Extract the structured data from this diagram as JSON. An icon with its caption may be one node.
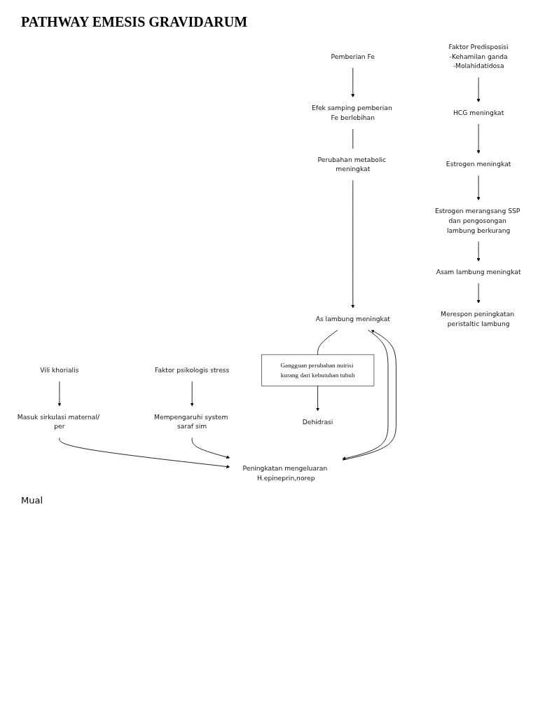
{
  "diagram": {
    "title": "PATHWAY EMESIS GRAVIDARUM",
    "nodes": [
      {
        "text": [
          "Faktor Predisposisi",
          "-Kehamilan ganda",
          "-Molahidatidosa"
        ]
      },
      {
        "text": [
          "Pemberian Fe"
        ]
      },
      {
        "text": [
          "Vili khorialis"
        ]
      },
      {
        "text": [
          "Faktor psikologis stress"
        ]
      },
      {
        "text": [
          "HCG meningkat"
        ]
      },
      {
        "text": [
          "Efek samping pemberian Fe berlebihan"
        ]
      },
      {
        "text": [
          "Masuk sirkulasi maternal/ per"
        ]
      },
      {
        "text": [
          "Mempengaruhi system saraf sim"
        ]
      },
      {
        "text": [
          "Estrogen meningkat"
        ]
      },
      {
        "text": [
          "Perubahan metabolic meningkat"
        ]
      },
      {
        "text": [
          "Peningkatan mengeluaran H.epineprin,norep"
        ]
      },
      {
        "text": [
          "Estrogen merangsang SSP dan pengosongan lambung berkurang"
        ]
      },
      {
        "text": [
          "Asam lambung meningkat"
        ]
      },
      {
        "text": [
          "As lambung meningkat"
        ]
      },
      {
        "text": [
          "Merespon peningkatan peristaltic lambung"
        ]
      },
      {
        "text": [
          "Gangguan perubahan nutrisi kurang dari kebutuhan tubuh"
        ]
      },
      {
        "text": [
          "Dehidrasi"
        ]
      }
    ],
    "edges": [
      {
        "from": 0,
        "to": 4,
        "arrow": "to"
      },
      {
        "from": 1,
        "to": 5,
        "arrow": "to"
      },
      {
        "from": 2,
        "to": 6,
        "arrow": "to"
      },
      {
        "from": 3,
        "to": 7,
        "arrow": "to"
      },
      {
        "from": 4,
        "to": 8,
        "arrow": "to"
      },
      {
        "from": 5,
        "to": 9,
        "arrow": "none"
      },
      {
        "from": 6,
        "to": 10,
        "arrow": "to"
      },
      {
        "from": 7,
        "to": 10,
        "arrow": "to"
      },
      {
        "from": 8,
        "to": 11,
        "arrow": "to"
      },
      {
        "from": 9,
        "to": 13,
        "arrow": "to"
      },
      {
        "from": 10,
        "to": 13,
        "arrow": "to"
      },
      {
        "from": 13,
        "to": 10,
        "arrow": "to"
      },
      {
        "from": 11,
        "to": 12,
        "arrow": "to"
      },
      {
        "from": 12,
        "to": 14,
        "arrow": "to"
      },
      {
        "from": 13,
        "to": 15,
        "arrow": "none"
      },
      {
        "from": 15,
        "to": 16,
        "arrow": "to"
      }
    ],
    "labels": [
      "Mual"
    ]
  }
}
